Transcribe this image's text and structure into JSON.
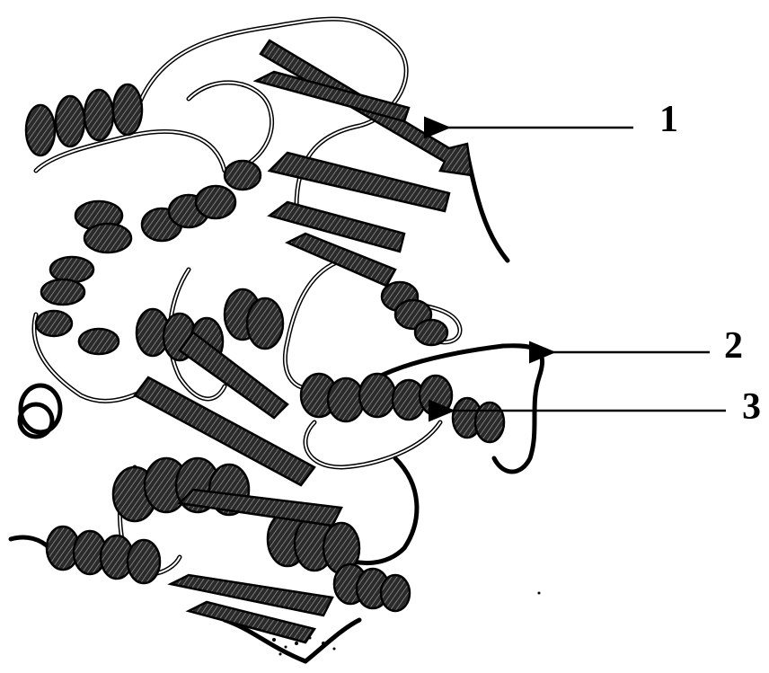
{
  "labels": [
    {
      "id": "1",
      "text": "1"
    },
    {
      "id": "2",
      "text": "2"
    },
    {
      "id": "3",
      "text": "3"
    }
  ],
  "colors": {
    "ink": "#000000",
    "ribbon_fill": "#3a3a3a",
    "ribbon_hatch": "#777777",
    "background": "#ffffff"
  }
}
